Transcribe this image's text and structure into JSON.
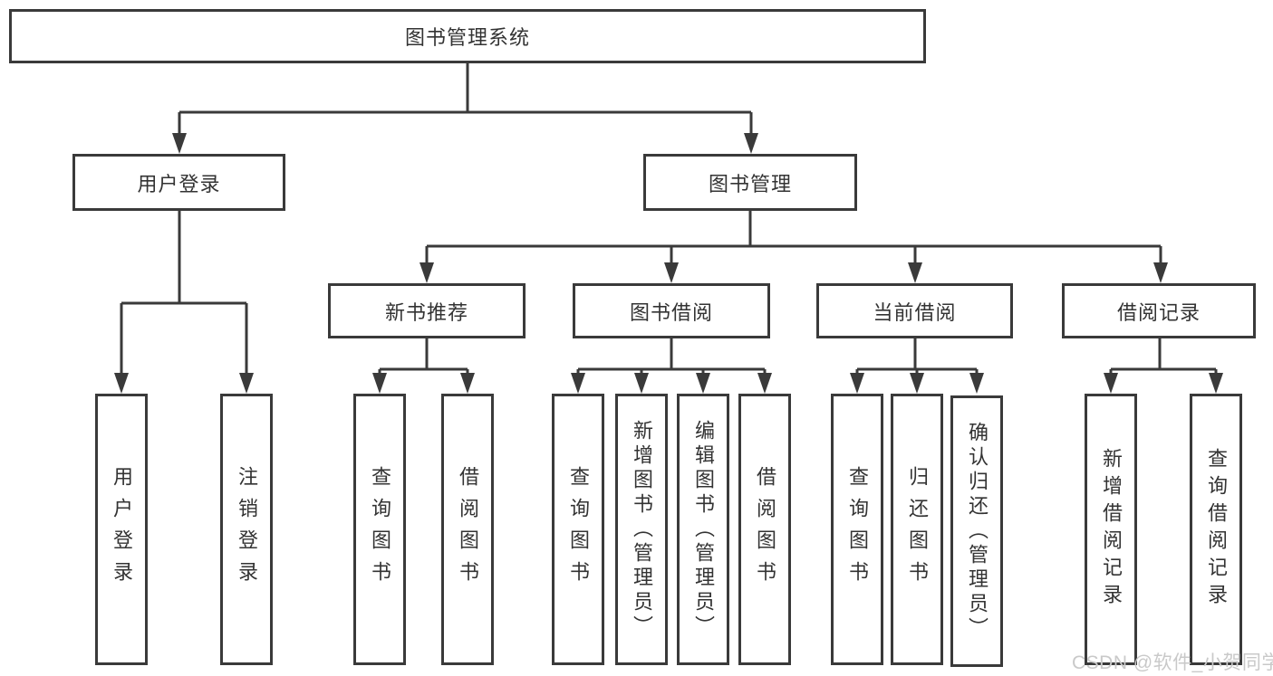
{
  "nodes": {
    "root": "图书管理系统",
    "user_login": "用户登录",
    "book_mgmt": "图书管理",
    "new_book_rec": "新书推荐",
    "book_borrow": "图书借阅",
    "current_borrow": "当前借阅",
    "borrow_records": "借阅记录",
    "leaf_user_login": "用户登录",
    "leaf_logout": "注销登录",
    "leaf_query_books_1": "查询图书",
    "leaf_borrow_books_1": "借阅图书",
    "leaf_query_books_2": "查询图书",
    "leaf_add_books": "新增图书（管理员）",
    "leaf_edit_books": "编辑图书（管理员）",
    "leaf_borrow_books_2": "借阅图书",
    "leaf_query_books_3": "查询图书",
    "leaf_return_books": "归还图书",
    "leaf_confirm_return": "确认归还（管理员）",
    "leaf_add_record": "新增借阅记录",
    "leaf_query_record": "查询借阅记录"
  },
  "watermark": {
    "text": "CSDN @软件_小贺同学"
  },
  "colors": {
    "line": "#3a3a3a",
    "text": "#333333",
    "background": "#ffffff",
    "watermark": "#c9c9c9"
  }
}
